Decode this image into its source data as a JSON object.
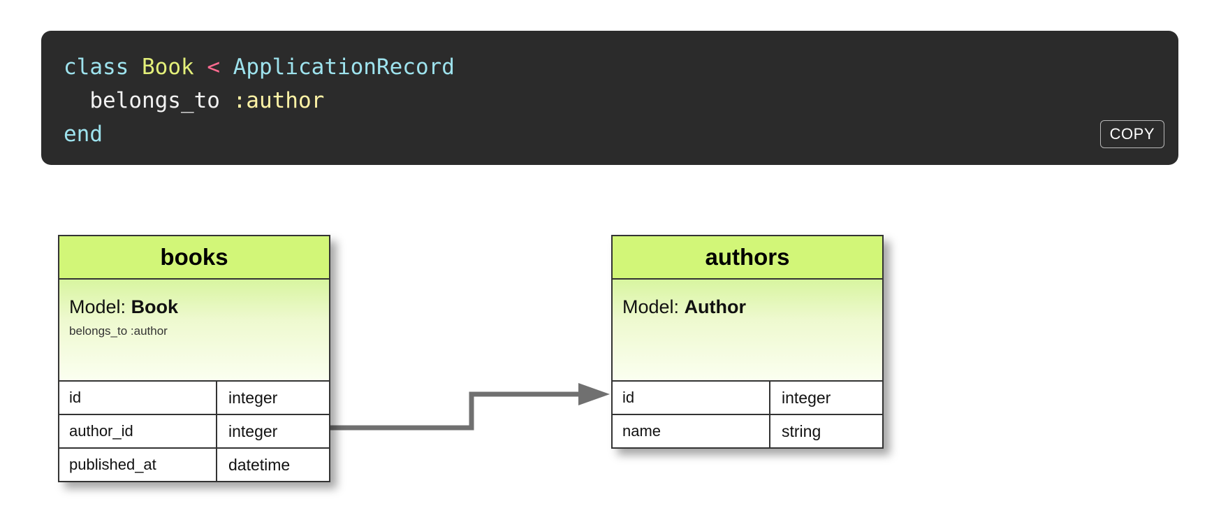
{
  "code_block": {
    "line1": {
      "kw": "class",
      "cls": "Book",
      "op": "<",
      "parent": "ApplicationRecord"
    },
    "line2": {
      "method": "belongs_to",
      "symbol": ":author"
    },
    "line3": {
      "kw": "end"
    },
    "copy_label": "COPY"
  },
  "diagram": {
    "books": {
      "title": "books",
      "model_prefix": "Model:",
      "model_name": "Book",
      "association": "belongs_to :author",
      "columns": [
        {
          "name": "id",
          "type": "integer"
        },
        {
          "name": "author_id",
          "type": "integer"
        },
        {
          "name": "published_at",
          "type": "datetime"
        }
      ]
    },
    "authors": {
      "title": "authors",
      "model_prefix": "Model:",
      "model_name": "Author",
      "columns": [
        {
          "name": "id",
          "type": "integer"
        },
        {
          "name": "name",
          "type": "string"
        }
      ]
    }
  },
  "colors": {
    "code_bg": "#2b2b2b",
    "table_header": "#d2f678",
    "connector": "#707070"
  }
}
